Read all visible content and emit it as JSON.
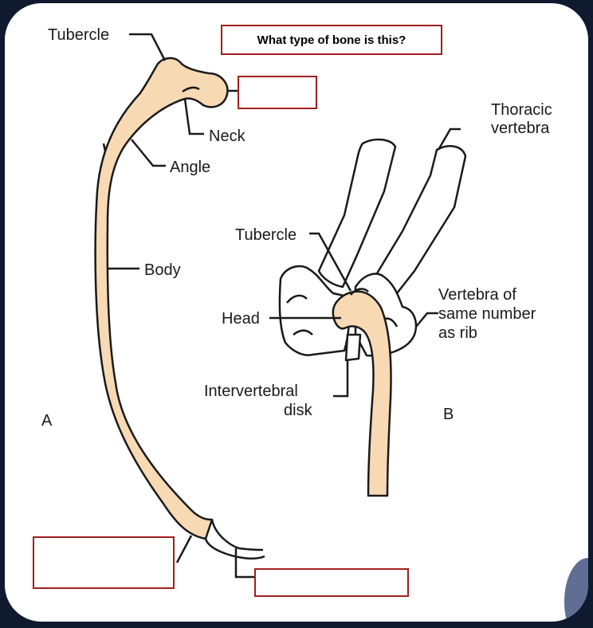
{
  "question": "What type of bone is this?",
  "panel_a": {
    "letter": "A",
    "labels": {
      "tubercle": "Tubercle",
      "neck": "Neck",
      "angle": "Angle",
      "body": "Body"
    }
  },
  "panel_b": {
    "letter": "B",
    "labels": {
      "thoracic_vertebra": [
        "Thoracic",
        "vertebra"
      ],
      "tubercle": "Tubercle",
      "head": "Head",
      "vertebra_same_number": [
        "Vertebra of",
        "same number",
        "as rib"
      ],
      "intervertebral_disk": [
        "Intervertebral",
        "disk"
      ]
    }
  },
  "answer_boxes": [
    "",
    "",
    ""
  ],
  "colors": {
    "bone_fill": "#f7d9b4",
    "box_border": "#a11f1f",
    "background": "#0f1a2e"
  }
}
